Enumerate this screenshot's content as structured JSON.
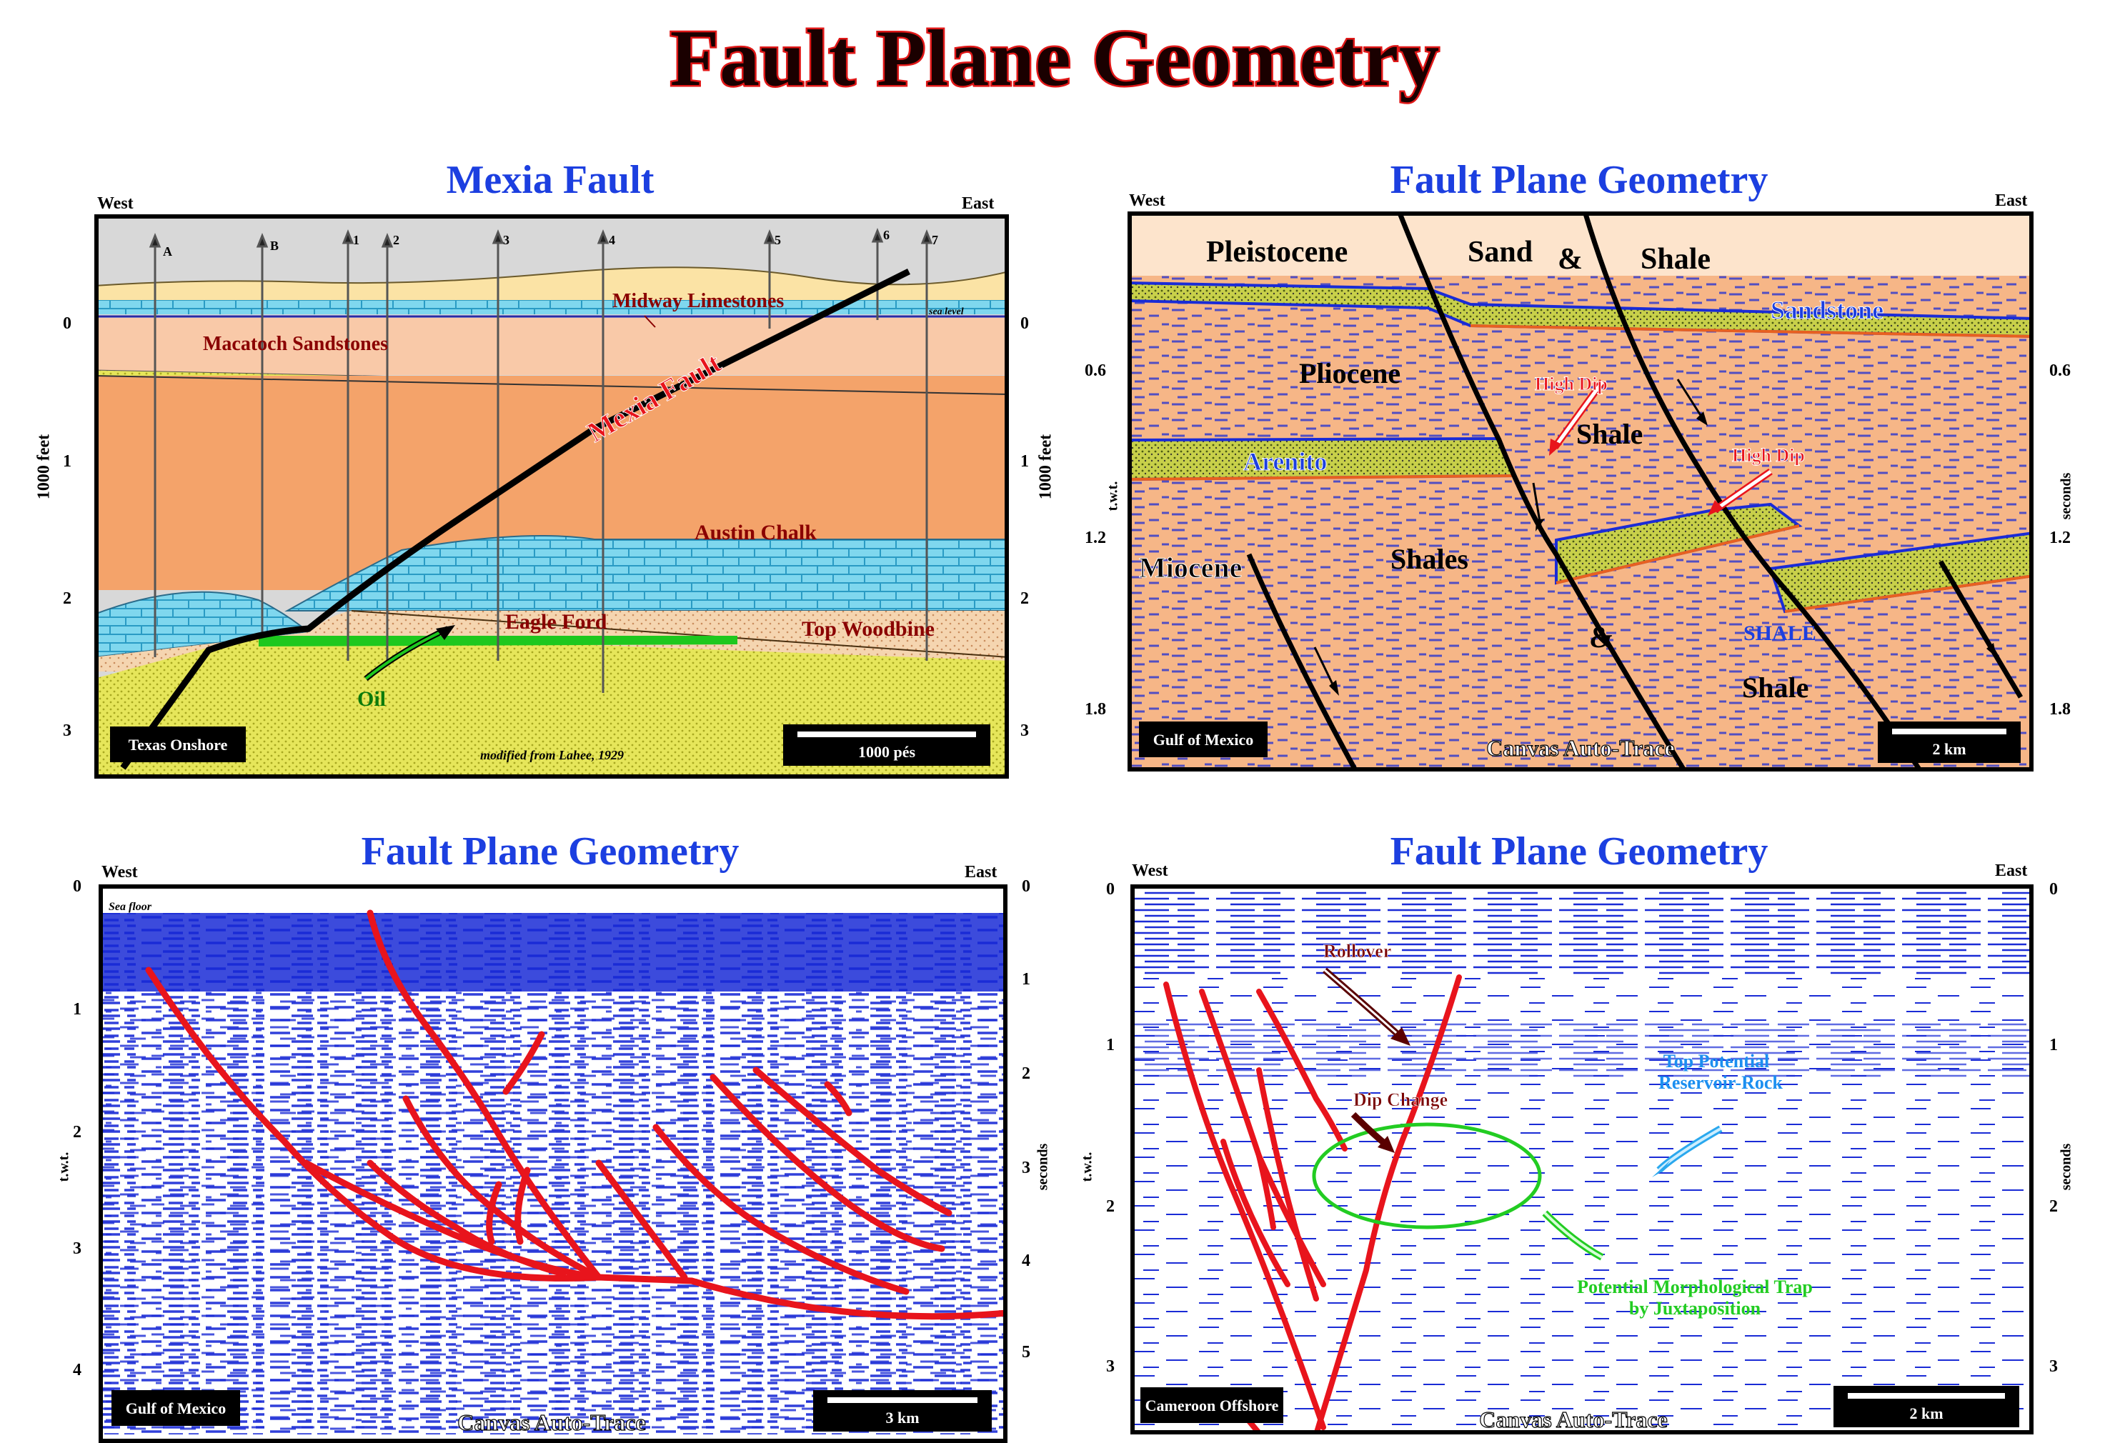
{
  "title": "Fault Plane Geometry",
  "panels": {
    "mexia": {
      "title": "Mexia Fault",
      "west": "West",
      "east": "East",
      "axis_label_left": "1000 feet",
      "axis_label_right": "1000 feet",
      "ticks": [
        "0",
        "1",
        "2",
        "3"
      ],
      "wells": [
        "A",
        "B",
        "1",
        "2",
        "3",
        "4",
        "5",
        "6",
        "7"
      ],
      "labels": {
        "midway": "Midway Limestones",
        "sea_level": "sea level",
        "macatoch": "Macatoch Sandstones",
        "fault": "Mexia Fault",
        "austin": "Austin Chalk",
        "eagle": "Eagle Ford",
        "woodbine": "Top Woodbine",
        "oil": "Oil"
      },
      "location": "Texas Onshore",
      "credit": "modified from Lahee, 1929",
      "scale": "1000 pés"
    },
    "gulf1": {
      "title": "Fault Plane Geometry",
      "west": "West",
      "east": "East",
      "axis_label_left": "t.w.t.",
      "axis_label_right": "seconds",
      "ticks": [
        "0.6",
        "1.2",
        "1.8"
      ],
      "labels": {
        "pleistocene": "Pleistocene",
        "sand": "Sand",
        "amp1": "&",
        "shale_top": "Shale",
        "sandstone": "Sandstone",
        "pliocene": "Pliocene",
        "high_dip1": "High Dip",
        "shale_mid": "Shale",
        "high_dip2": "High Dip",
        "arenito": "Arenito",
        "miocene": "Miocene",
        "shales": "Shales",
        "amp2": "&",
        "shale_caps": "SHALE",
        "shale_low": "Shale"
      },
      "location": "Gulf of Mexico",
      "credit": "Canvas Auto-Trace",
      "scale": "2 km"
    },
    "gulf2": {
      "title": "Fault Plane Geometry",
      "west": "West",
      "east": "East",
      "axis_label_left": "t.w.t.",
      "axis_label_right": "seconds",
      "ticks_left": [
        "0",
        "1",
        "2",
        "3",
        "4"
      ],
      "ticks_right": [
        "0",
        "1",
        "2",
        "3",
        "4",
        "5"
      ],
      "sea_floor": "Sea floor",
      "location": "Gulf of Mexico",
      "credit": "Canvas Auto-Trace",
      "scale": "3 km"
    },
    "cameroon": {
      "title": "Fault Plane Geometry",
      "west": "West",
      "east": "East",
      "axis_label_left": "t.w.t.",
      "axis_label_right": "seconds",
      "ticks": [
        "0",
        "1",
        "2",
        "3"
      ],
      "labels": {
        "rollover": "Rollover",
        "dip_change": "Dip Change",
        "top_potential": "Top  Potential",
        "reservoir_rock": "Reservoir-Rock",
        "trap1": "Potential Morphological Trap",
        "trap2": "by Juxtaposition"
      },
      "location": "Cameroon Offshore",
      "credit": "Canvas Auto-Trace",
      "scale": "2 km"
    }
  },
  "colors": {
    "title_stroke": "#e01818",
    "panel_title": "#1c3fe0",
    "seismic_blue": "#1a2bd6",
    "fault_red": "#e8141c",
    "shale_orange": "#f2a06a",
    "sand_yellow": "#e6e65a",
    "chalk_cyan": "#7fd7ee"
  }
}
